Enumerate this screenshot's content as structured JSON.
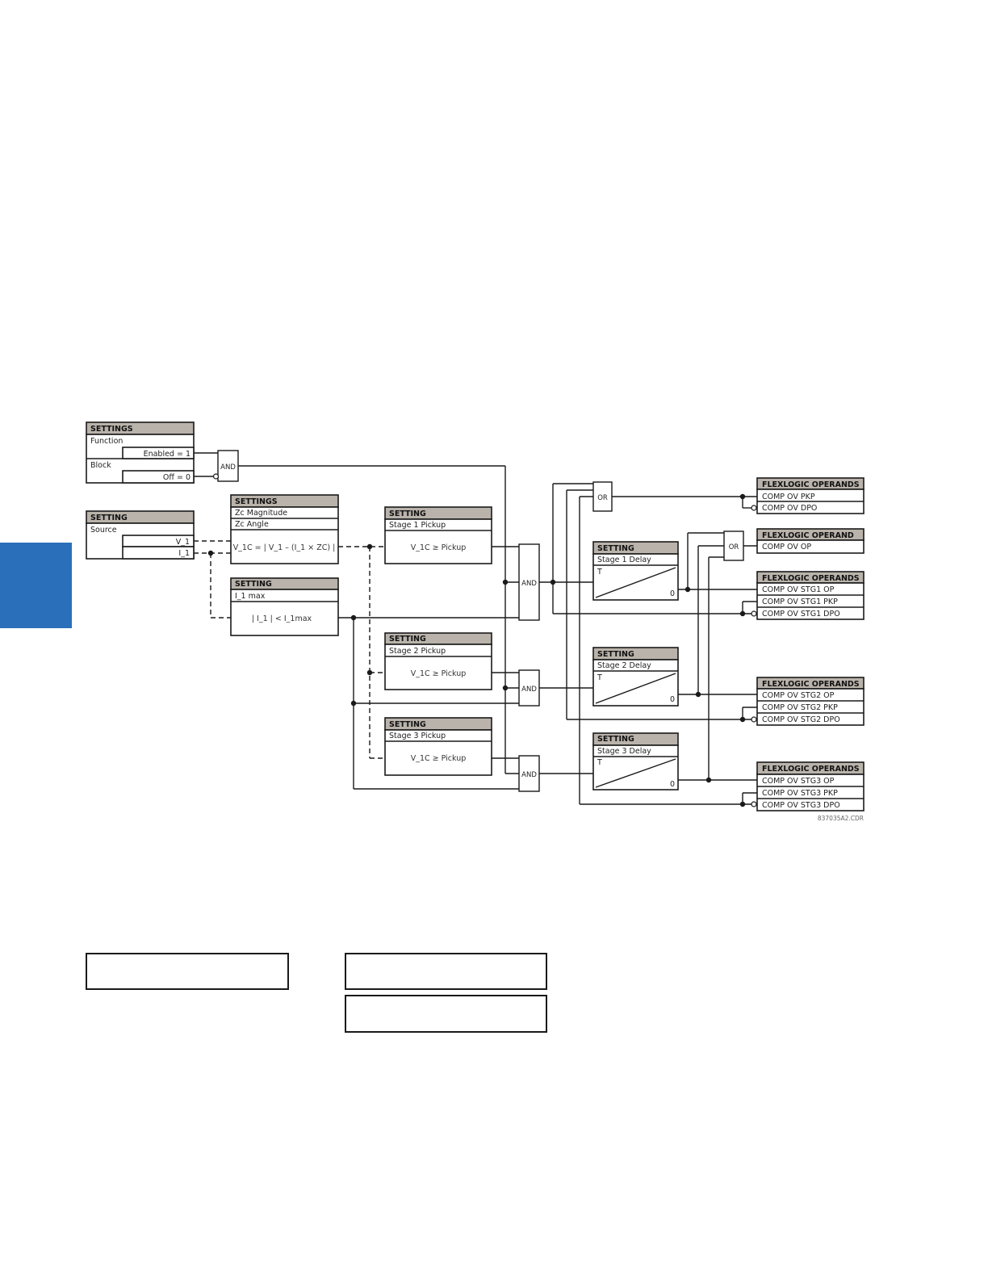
{
  "settings_function": {
    "header": "SETTINGS",
    "function_label": "Function",
    "enabled_value": "Enabled = 1",
    "block_label": "Block",
    "off_value": "Off = 0"
  },
  "setting_source": {
    "header": "SETTING",
    "source_label": "Source",
    "v1": "V_1",
    "i1": "I_1"
  },
  "settings_zc": {
    "header": "SETTINGS",
    "magnitude": "Zc Magnitude",
    "angle": "Zc Angle",
    "formula": "V_1C = | V_1 – (I_1 × ZC) |"
  },
  "setting_i1max": {
    "header": "SETTING",
    "label": "I_1 max",
    "formula": "| I_1 | < I_1max"
  },
  "stages": [
    {
      "header": "SETTING",
      "pickup_label": "Stage 1 Pickup",
      "compare": "V_1C ≥ Pickup",
      "delay_header": "SETTING",
      "delay_label": "Stage 1 Delay"
    },
    {
      "header": "SETTING",
      "pickup_label": "Stage 2 Pickup",
      "compare": "V_1C ≥ Pickup",
      "delay_header": "SETTING",
      "delay_label": "Stage 2 Delay"
    },
    {
      "header": "SETTING",
      "pickup_label": "Stage 3 Pickup",
      "compare": "V_1C ≥ Pickup",
      "delay_header": "SETTING",
      "delay_label": "Stage 3 Delay"
    }
  ],
  "timer": {
    "t": "T",
    "zero": "0"
  },
  "gates": {
    "and": "AND",
    "or": "OR"
  },
  "outputs": {
    "overall": {
      "header": "FLEXLOGIC OPERANDS",
      "items": [
        "COMP OV PKP",
        "COMP OV DPO"
      ]
    },
    "op": {
      "header": "FLEXLOGIC OPERAND",
      "items": [
        "COMP OV OP"
      ]
    },
    "stg1": {
      "header": "FLEXLOGIC OPERANDS",
      "items": [
        "COMP OV STG1 OP",
        "COMP OV STG1 PKP",
        "COMP OV STG1 DPO"
      ]
    },
    "stg2": {
      "header": "FLEXLOGIC OPERANDS",
      "items": [
        "COMP OV STG2 OP",
        "COMP OV STG2 PKP",
        "COMP OV STG2 DPO"
      ]
    },
    "stg3": {
      "header": "FLEXLOGIC OPERANDS",
      "items": [
        "COMP OV STG3 OP",
        "COMP OV STG3 PKP",
        "COMP OV STG3 DPO"
      ]
    }
  },
  "code": "837035A2.CDR",
  "colors": {
    "accent_tab": "#2a6fba",
    "header_fill": "#b9b3ab"
  }
}
